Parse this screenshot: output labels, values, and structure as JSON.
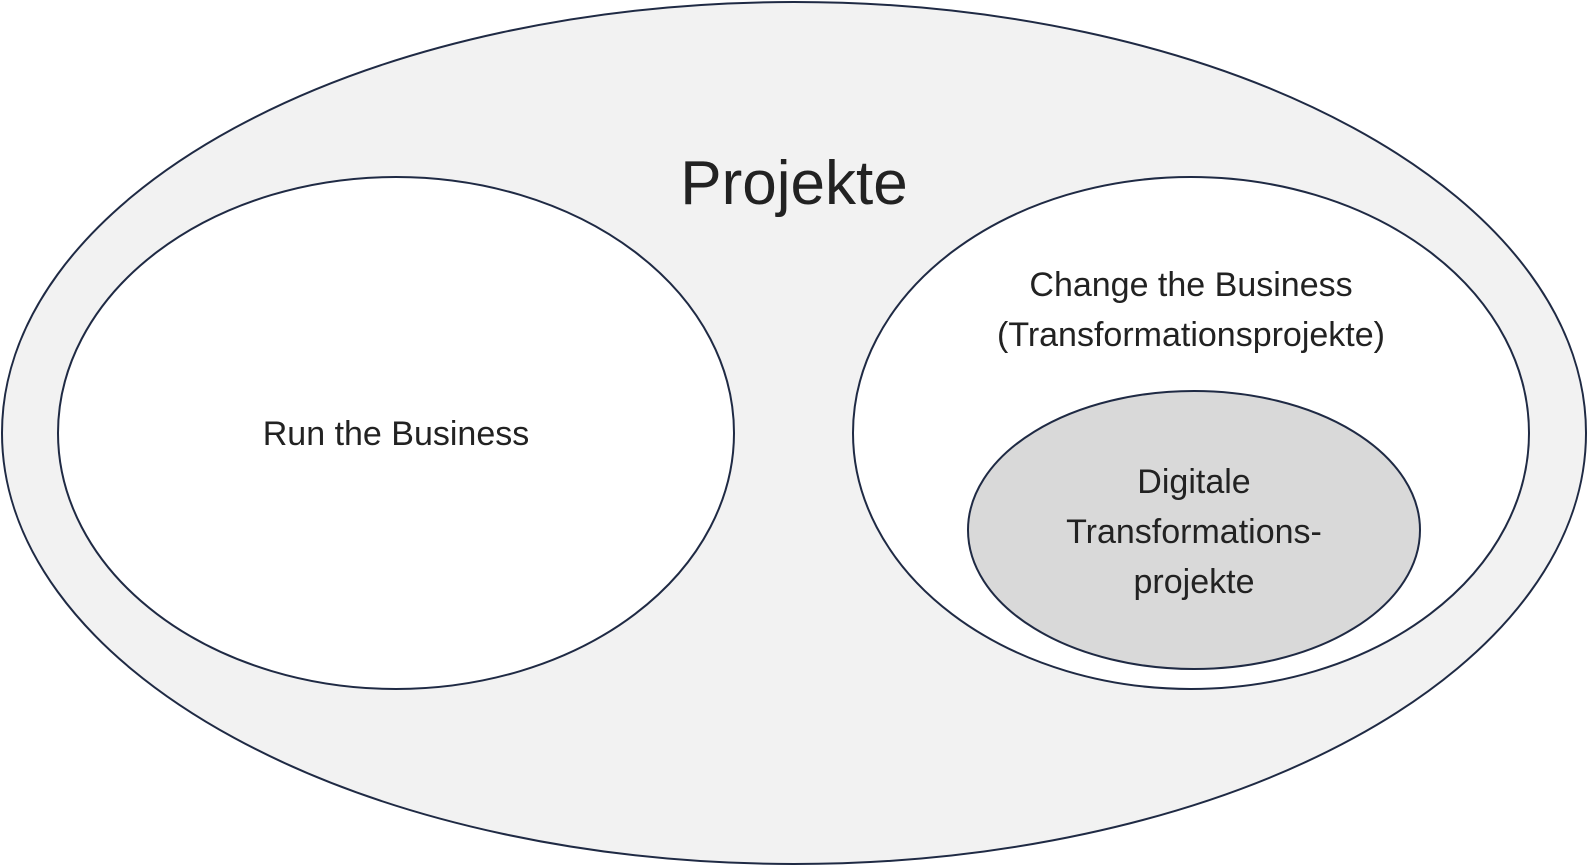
{
  "diagram": {
    "title": "Projekte",
    "run": {
      "label": "Run the Business"
    },
    "change": {
      "line1": "Change the Business",
      "line2": "(Transformationsprojekte)"
    },
    "digital": {
      "line1": "Digitale",
      "line2": "Transformations-",
      "line3": "projekte"
    }
  },
  "colors": {
    "outer_fill": "#f2f2f2",
    "inner_fill": "#ffffff",
    "digital_fill": "#d9d9d9",
    "stroke": "#1f2a44",
    "text": "#222222"
  }
}
